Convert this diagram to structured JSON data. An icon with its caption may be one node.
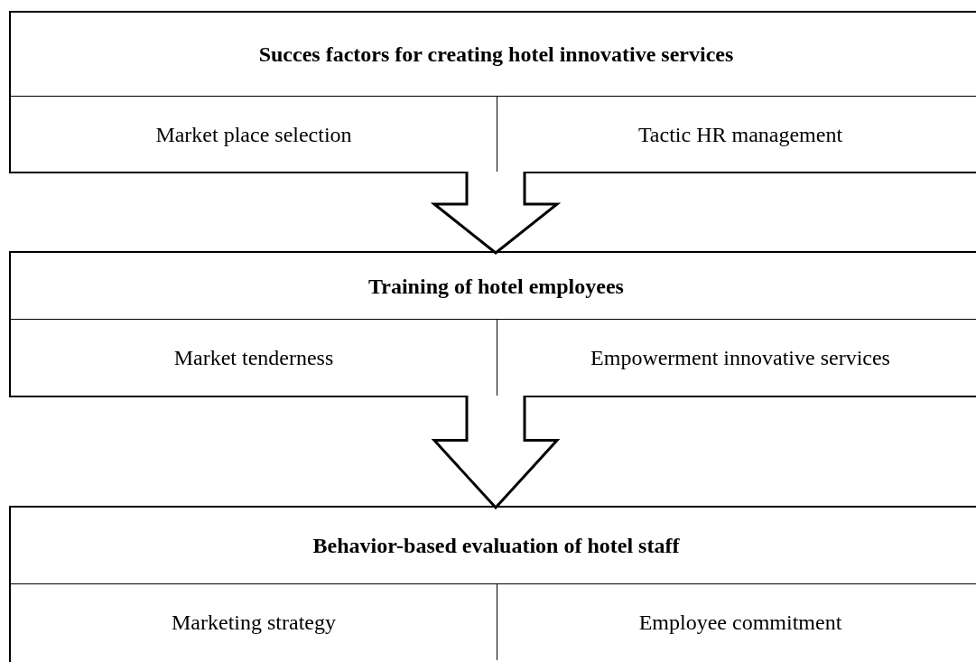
{
  "diagram": {
    "nodes": [
      {
        "text": [
          "Succes factors for creating hotel innovative services"
        ]
      },
      {
        "text": [
          "Market place selection"
        ],
        "in": 0
      },
      {
        "text": [
          "Tactic HR management"
        ],
        "in": 0
      },
      {
        "text": [
          "Training of hotel employees"
        ]
      },
      {
        "text": [
          "Market tenderness"
        ],
        "in": 3
      },
      {
        "text": [
          "Empowerment innovative services"
        ],
        "in": 3
      },
      {
        "text": [
          "Behavior-based evaluation of hotel staff"
        ]
      },
      {
        "text": [
          "Marketing strategy"
        ],
        "in": 6
      },
      {
        "text": [
          "Employee commitment"
        ],
        "in": 6
      }
    ],
    "edges": [
      {
        "from": 0,
        "to": 3,
        "arrow": "to"
      },
      {
        "from": 3,
        "to": 6,
        "arrow": "to"
      }
    ]
  }
}
